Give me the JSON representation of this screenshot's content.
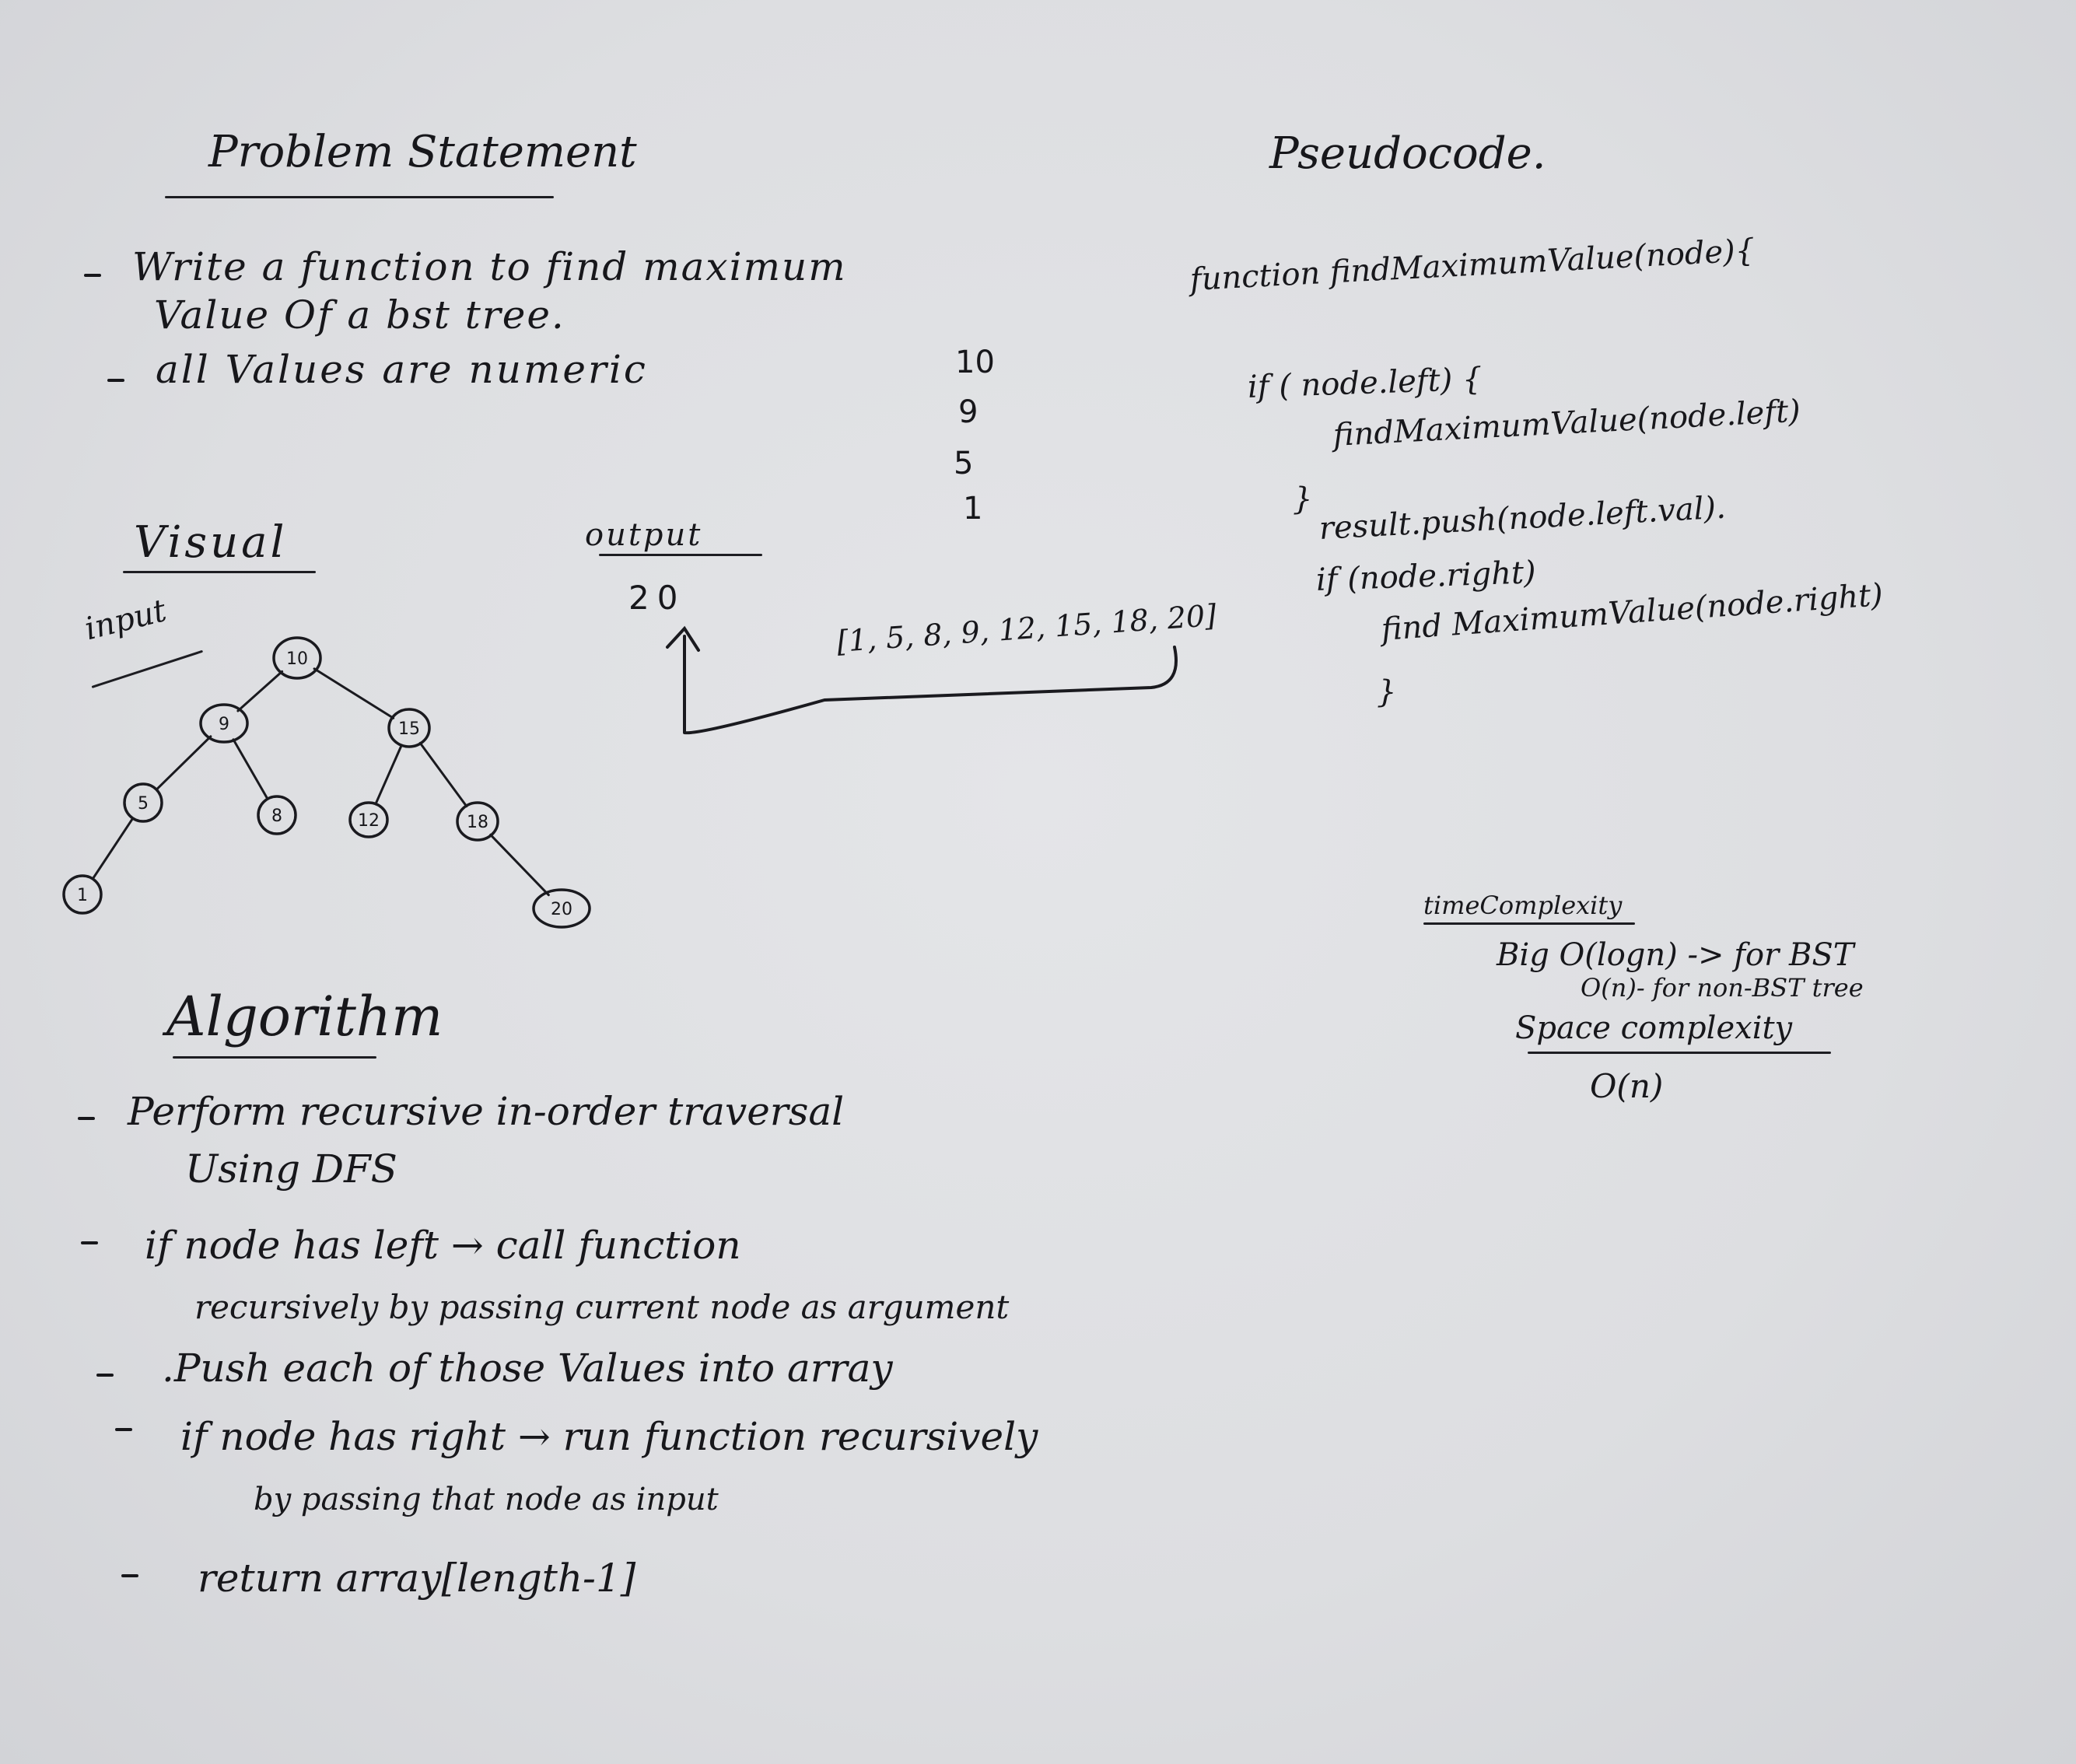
{
  "problem": {
    "heading": "Problem Statement",
    "lines": [
      "Write a function to find maximum",
      "Value Of a bst tree.",
      "all Values are numeric"
    ]
  },
  "visual": {
    "heading": "Visual",
    "input_label": "input",
    "output_label": "output",
    "output_value": "20",
    "tree_nodes": [
      {
        "id": "n10",
        "label": "10"
      },
      {
        "id": "n9",
        "label": "9"
      },
      {
        "id": "n15",
        "label": "15"
      },
      {
        "id": "n5",
        "label": "5"
      },
      {
        "id": "n8",
        "label": "8"
      },
      {
        "id": "n12",
        "label": "12"
      },
      {
        "id": "n18",
        "label": "18"
      },
      {
        "id": "n1",
        "label": "1"
      },
      {
        "id": "n20",
        "label": "20"
      }
    ],
    "tree_edges": [
      [
        "n10",
        "n9"
      ],
      [
        "n10",
        "n15"
      ],
      [
        "n9",
        "n5"
      ],
      [
        "n9",
        "n8"
      ],
      [
        "n15",
        "n12"
      ],
      [
        "n15",
        "n18"
      ],
      [
        "n5",
        "n1"
      ],
      [
        "n18",
        "n20"
      ]
    ],
    "array_text": "[1, 5, 8, 9, 12, 15, 18, 20]",
    "stack_values": [
      "10",
      "9",
      "5",
      "1"
    ]
  },
  "algorithm": {
    "heading": "Algorithm",
    "steps": [
      [
        "Perform recursive in-order traversal",
        "Using DFS"
      ],
      [
        "if node has left → call function",
        "recursively by passing current node as argument"
      ],
      [
        ".Push each of those Values into array"
      ],
      [
        "if node has right → run function recursively",
        "by passing that node as input"
      ],
      [
        "return array[length-1]"
      ]
    ]
  },
  "pseudocode": {
    "heading": "Pseudocode.",
    "lines": [
      "function findMaximumValue(node){",
      "if ( node.left) {",
      "findMaximumValue(node.left)",
      "}",
      "result.push(node.left.val).",
      "if (node.right)",
      "find MaximumValue(node.right)",
      "}"
    ]
  },
  "complexity": {
    "time_heading": "timeComplexity",
    "time_lines": [
      "Big O(logn) -> for BST",
      "O(n)- for non-BST tree"
    ],
    "space_heading": "Space complexity",
    "space_value": "O(n)"
  }
}
